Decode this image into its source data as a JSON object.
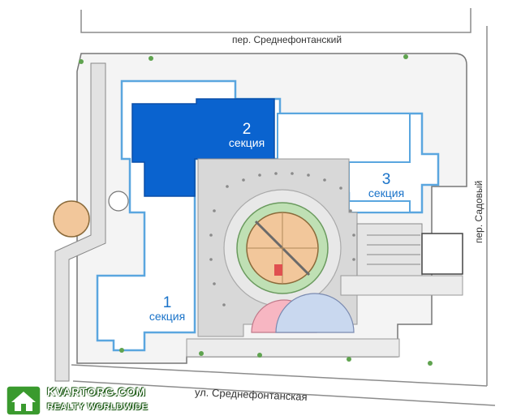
{
  "streets": {
    "north": "пер. Среднефонтанский",
    "south": "ул. Среднефонтанская",
    "east": "пер. Садовый"
  },
  "sections": [
    {
      "number": "1",
      "word": "секция",
      "color": "#1a73c9"
    },
    {
      "number": "2",
      "word": "секция",
      "color": "#ffffff"
    },
    {
      "number": "3",
      "word": "секция",
      "color": "#1a73c9"
    }
  ],
  "colors": {
    "highlight": "#0a63cf",
    "outline": "#5aa6df",
    "paving": "#d8d8d8",
    "playground": "#f2c79b",
    "grass": "#bfe0b4"
  },
  "watermark": {
    "line1": "KVARTORG.COM",
    "line2": "REALTY WORLDWIDE",
    "logo": "house-logo-icon"
  }
}
